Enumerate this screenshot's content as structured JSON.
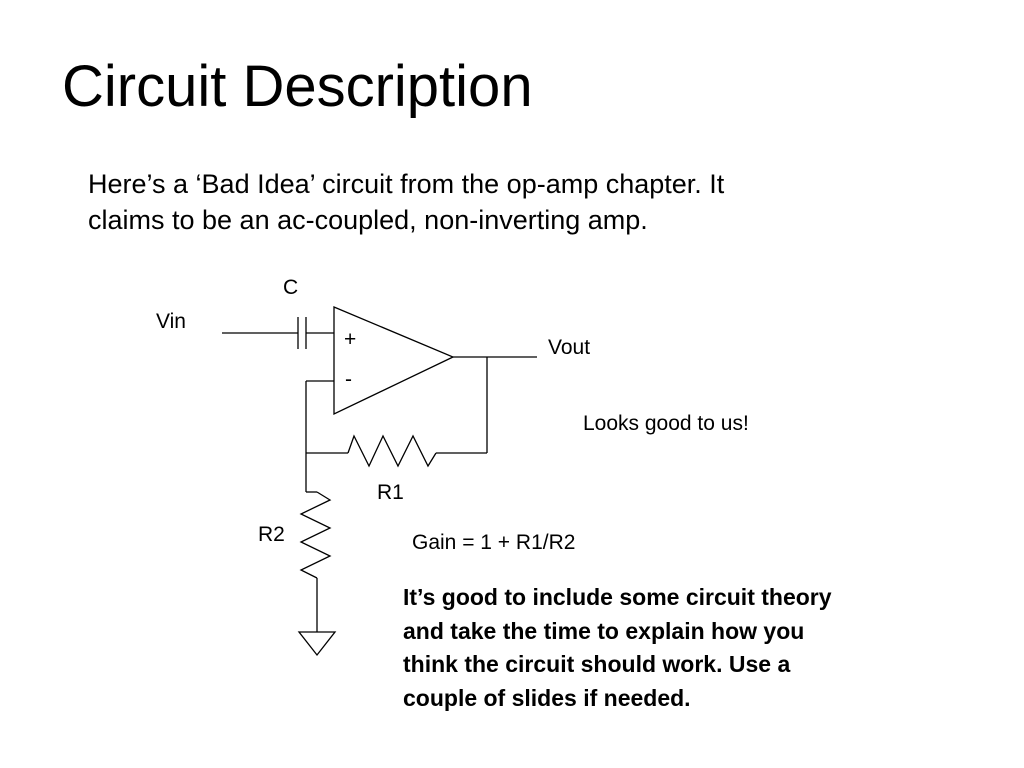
{
  "slide": {
    "title": "Circuit Description",
    "intro_lines": [
      "Here’s a ‘Bad Idea’ circuit from the op-amp chapter. It",
      "claims to be an ac-coupled, non-inverting amp."
    ]
  },
  "circuit": {
    "labels": {
      "capacitor": "C",
      "input": "Vin",
      "noninverting_pin": "+",
      "inverting_pin": "-",
      "output": "Vout",
      "feedback_resistor": "R1",
      "ground_resistor": "R2"
    },
    "comment": "Looks good to us!",
    "gain_formula": "Gain = 1 + R1/R2"
  },
  "note_lines": [
    "It’s good to include some circuit theory",
    "and take the time to explain how you",
    "think the circuit should work. Use a",
    "couple of slides if needed."
  ]
}
